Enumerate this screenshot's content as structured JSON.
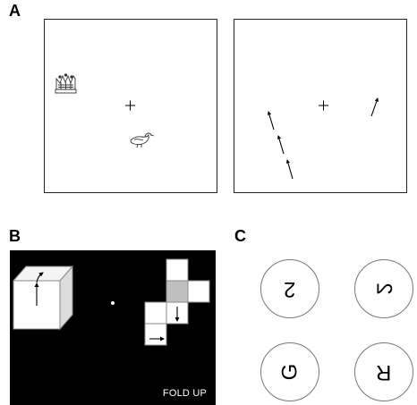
{
  "panels": {
    "a": {
      "letter": "A"
    },
    "b": {
      "letter": "B",
      "caption": "FOLD UP"
    },
    "c": {
      "letter": "C",
      "characters": [
        {
          "char": "2",
          "rotation_deg": 180,
          "mirrored": false
        },
        {
          "char": "2",
          "rotation_deg": 90,
          "mirrored": true
        },
        {
          "char": "G",
          "rotation_deg": 270,
          "mirrored": false
        },
        {
          "char": "R",
          "rotation_deg": 180,
          "mirrored": false
        }
      ]
    }
  },
  "colors": {
    "ink": "#000000",
    "frame": "#222222",
    "gray_square": "#c0c0c0"
  },
  "icons": [
    "fixation-cross-icon",
    "crown-icon",
    "bird-icon",
    "arrow-icon",
    "cube-icon",
    "net-icon"
  ]
}
